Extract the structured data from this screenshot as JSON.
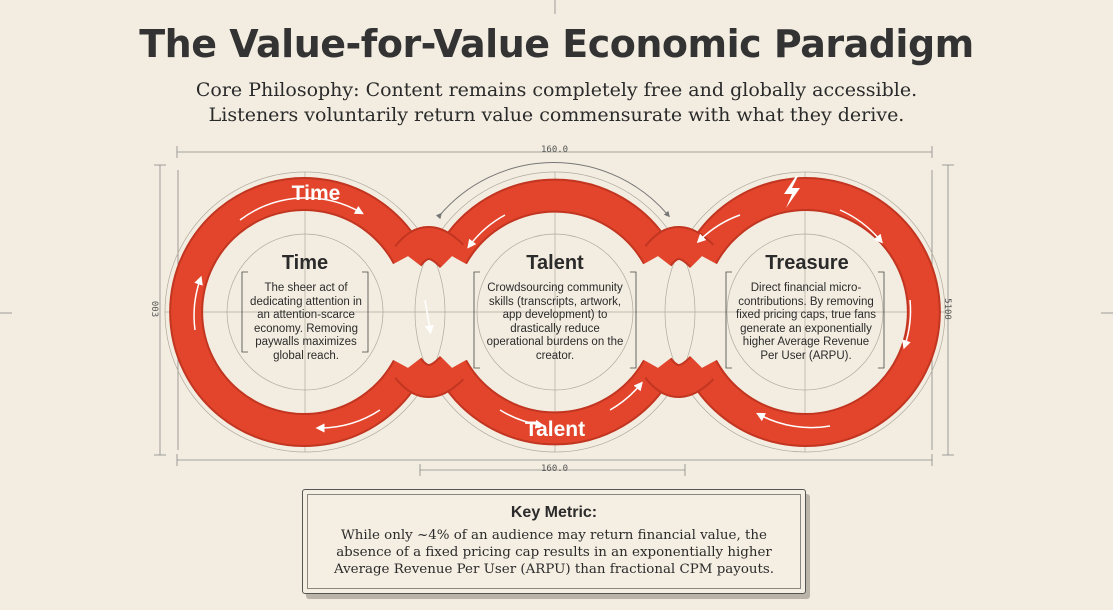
{
  "header": {
    "title": "The Value-for-Value Economic Paradigm",
    "subtitle_line1": "Core Philosophy: Content remains completely free and globally accessible.",
    "subtitle_line2": "Listeners voluntarily return value commensurate with what they derive."
  },
  "dimensions": {
    "top_width": "160.0",
    "bottom_width": "160.0",
    "left_height": "003",
    "right_height": "5100"
  },
  "nodes": [
    {
      "ring_label": "Time",
      "title": "Time",
      "description": "The sheer act of dedicating attention in an attention-scarce economy. Removing paywalls maximizes global reach."
    },
    {
      "ring_label": "Talent",
      "title": "Talent",
      "description": "Crowdsourcing community skills (transcripts, artwork, app development) to drastically reduce operational burdens on the creator."
    },
    {
      "ring_label": "",
      "ring_icon": "lightning-bolt-icon",
      "title": "Treasure",
      "description": "Direct financial micro-contributions. By removing fixed pricing caps, true fans generate an exponentially higher Average Revenue Per User (ARPU)."
    }
  ],
  "key_metric": {
    "title": "Key Metric:",
    "body": "While only ~4% of an audience may return financial value, the absence of a fixed pricing cap results in an exponentially higher Average Revenue Per User (ARPU) than fractional CPM payouts."
  },
  "colors": {
    "ring": "#e2452c",
    "ring_stroke": "#c23520",
    "background": "#f3ede1",
    "text": "#2b2b2b"
  }
}
